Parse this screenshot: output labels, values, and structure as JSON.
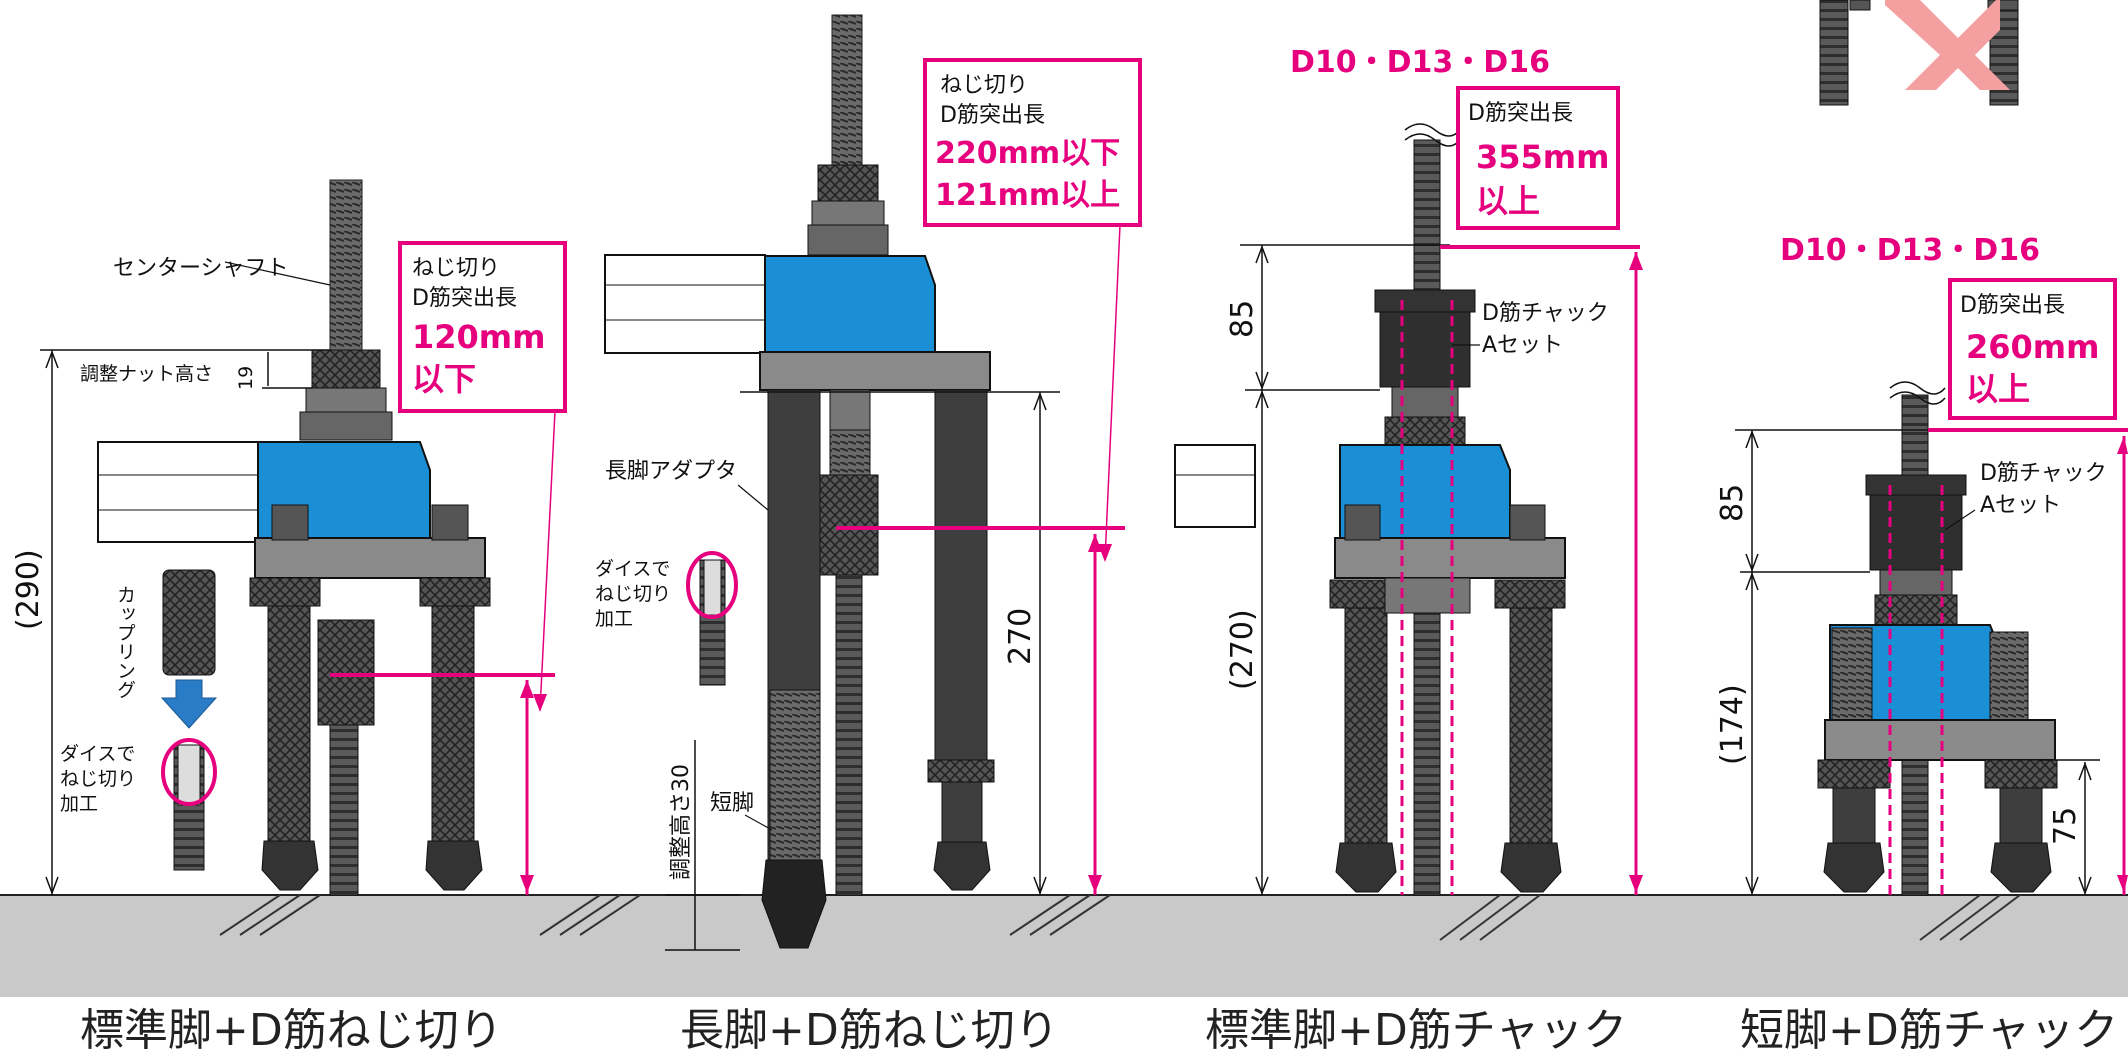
{
  "captions": {
    "c1": "標準脚+D筋ねじ切り",
    "c2": "長脚+D筋ねじ切り",
    "c3": "標準脚+D筋チャック",
    "c4": "短脚+D筋チャック"
  },
  "panel1": {
    "center_shaft": "センターシャフト",
    "nut_height": "調整ナット高さ",
    "nut_height_value": "19",
    "total_height": "(290)",
    "coupling": "カップリング",
    "die_1": "ダイスで",
    "die_2": "ねじ切り",
    "die_3": "加工",
    "box_1": "ねじ切り",
    "box_2": "D筋突出長",
    "box_3": "120mm",
    "box_4": "以下"
  },
  "panel2": {
    "long_leg_adapter": "長脚アダプタ",
    "die_1": "ダイスで",
    "die_2": "ねじ切り",
    "die_3": "加工",
    "short_leg": "短脚",
    "adjust_height": "調整高さ30",
    "height_270": "270",
    "box_1": "ねじ切り",
    "box_2": "D筋突出長",
    "box_3": "220mm以下",
    "box_4": "121mm以上"
  },
  "panel3": {
    "rebar_sizes": "D10・D13・D16",
    "box_1": "D筋突出長",
    "box_2": "355mm",
    "box_3": "以上",
    "dim_85": "85",
    "dim_270": "(270)",
    "chuck_1": "D筋チャック",
    "chuck_2": "Aセット"
  },
  "panel4": {
    "rebar_sizes": "D10・D13・D16",
    "box_1": "D筋突出長",
    "box_2": "260mm",
    "box_3": "以上",
    "dim_85": "85",
    "dim_174": "(174)",
    "dim_75": "75",
    "chuck_1": "D筋チャック",
    "chuck_2": "Aセット"
  },
  "colors": {
    "accent": "#e6007e",
    "blue": "#1a8fd6",
    "arrow_blue": "#2a7cc7",
    "ground": "#c9c9c9",
    "cross": "#f4a0a0"
  }
}
